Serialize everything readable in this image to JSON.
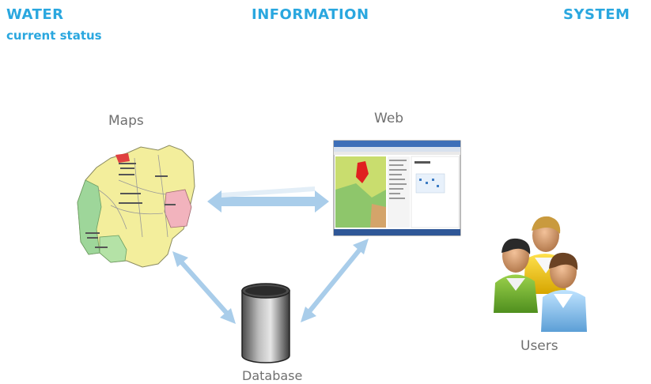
{
  "header": {
    "word1": "WATER",
    "word2": "INFORMATION",
    "word3": "SYSTEM",
    "subtitle": "current status"
  },
  "nodes": {
    "maps": "Maps",
    "web": "Web",
    "database": "Database",
    "users": "Users"
  },
  "colors": {
    "header_text": "#2aa7df",
    "label_text": "#707070",
    "arrow": "#a9cdea"
  },
  "icons": [
    "map-icon",
    "web-screenshot-icon",
    "database-icon",
    "users-icon"
  ]
}
